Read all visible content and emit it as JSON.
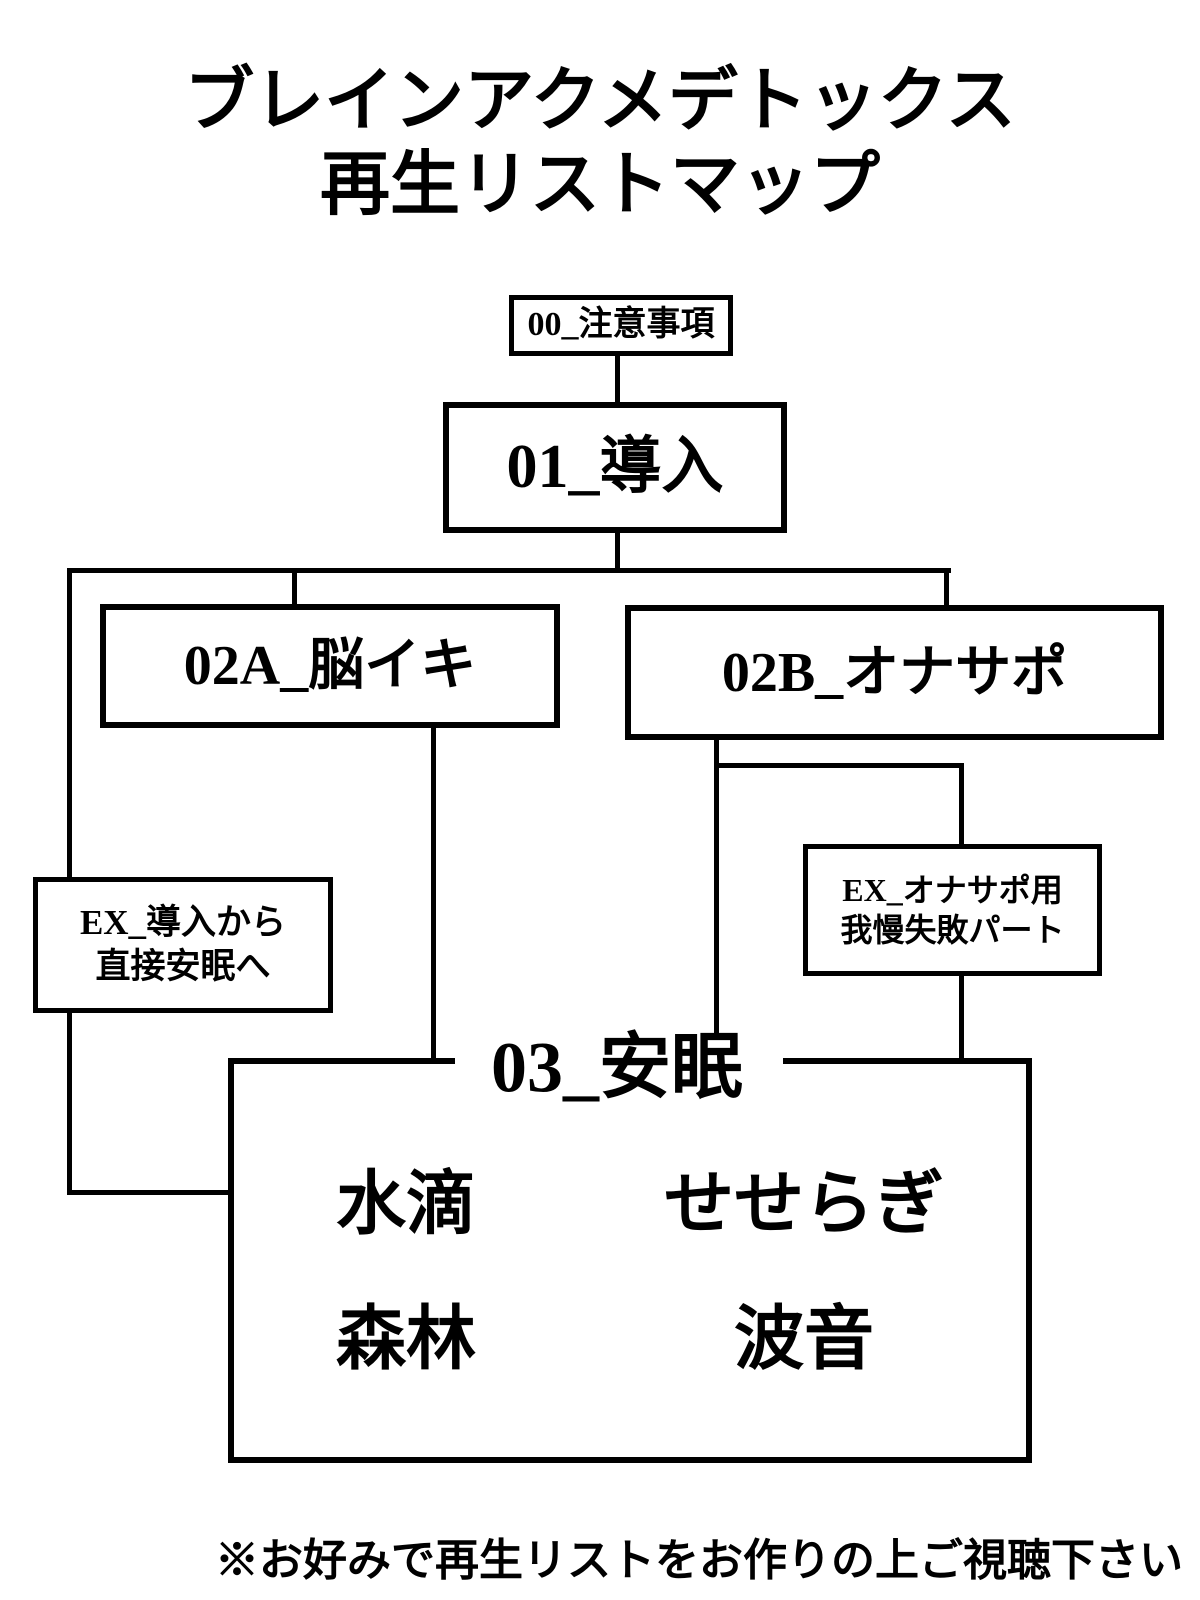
{
  "page": {
    "title_line1": "ブレインアクメデトックス",
    "title_line2": "再生リストマップ",
    "footnote": "※お好みで再生リストをお作りの上ご視聴下さい"
  },
  "nodes": {
    "precautions": {
      "label": "00_注意事項"
    },
    "intro": {
      "label": "01_導入"
    },
    "brain": {
      "label": "02A_脳イキ"
    },
    "support": {
      "label": "02B_オナサポ"
    },
    "ex_direct": {
      "line1": "EX_導入から",
      "line2": "直接安眠へ"
    },
    "ex_fail": {
      "line1": "EX_オナサポ用",
      "line2": "我慢失敗パート"
    },
    "sleep": {
      "label": "03_安眠",
      "items": [
        "水滴",
        "せせらぎ",
        "森林",
        "波音"
      ]
    }
  },
  "colors": {
    "background": "#ffffff",
    "line": "#000000",
    "text": "#000000"
  }
}
